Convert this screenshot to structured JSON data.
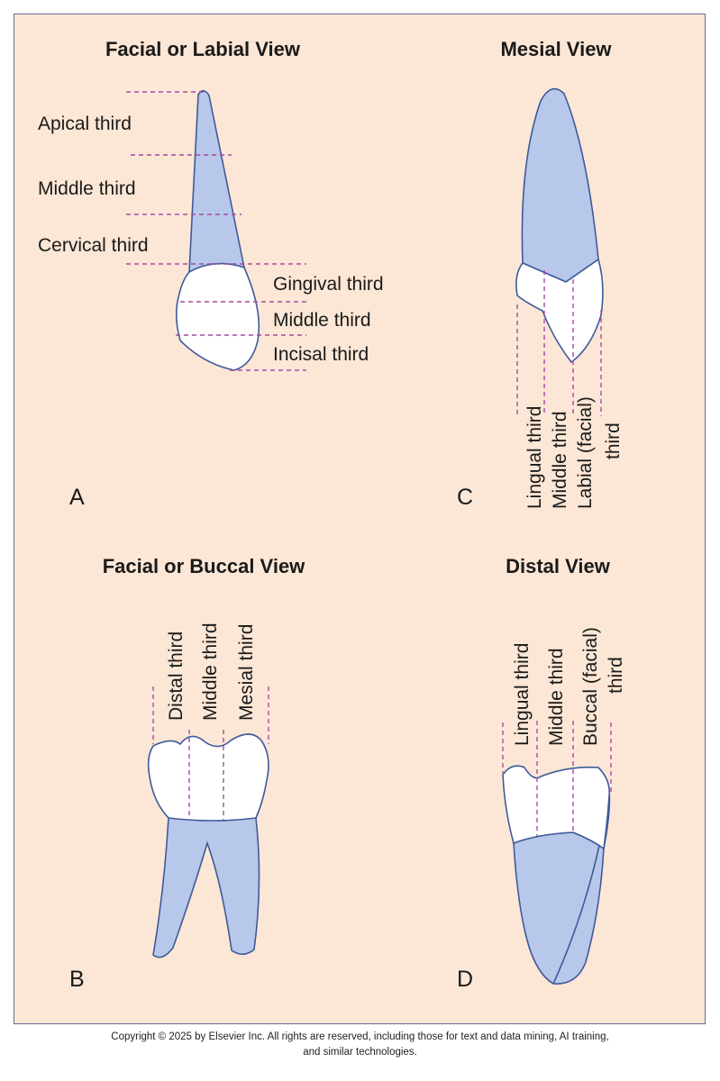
{
  "panels": {
    "a": {
      "title": "Facial or Labial View",
      "letter": "A",
      "root_labels": [
        "Apical third",
        "Middle third",
        "Cervical third"
      ],
      "crown_labels": [
        "Gingival third",
        "Middle third",
        "Incisal third"
      ]
    },
    "b": {
      "title": "Facial or Buccal View",
      "letter": "B",
      "labels": [
        "Distal third",
        "Middle third",
        "Mesial third"
      ]
    },
    "c": {
      "title": "Mesial View",
      "letter": "C",
      "labels": [
        "Lingual third",
        "Middle third",
        "Labial (facial)",
        "third"
      ]
    },
    "d": {
      "title": "Distal View",
      "letter": "D",
      "labels": [
        "Lingual third",
        "Middle third",
        "Buccal (facial)",
        "third"
      ]
    }
  },
  "copyright": {
    "line1": "Copyright © 2025 by Elsevier Inc. All rights are reserved, including those for text and data mining, AI training,",
    "line2": "and similar technologies."
  },
  "colors": {
    "background": "#fce7d6",
    "border": "#6e679e",
    "root_fill": "#b8c8ea",
    "outline": "#3e5a9a",
    "guide_line": "#a64aa6"
  }
}
